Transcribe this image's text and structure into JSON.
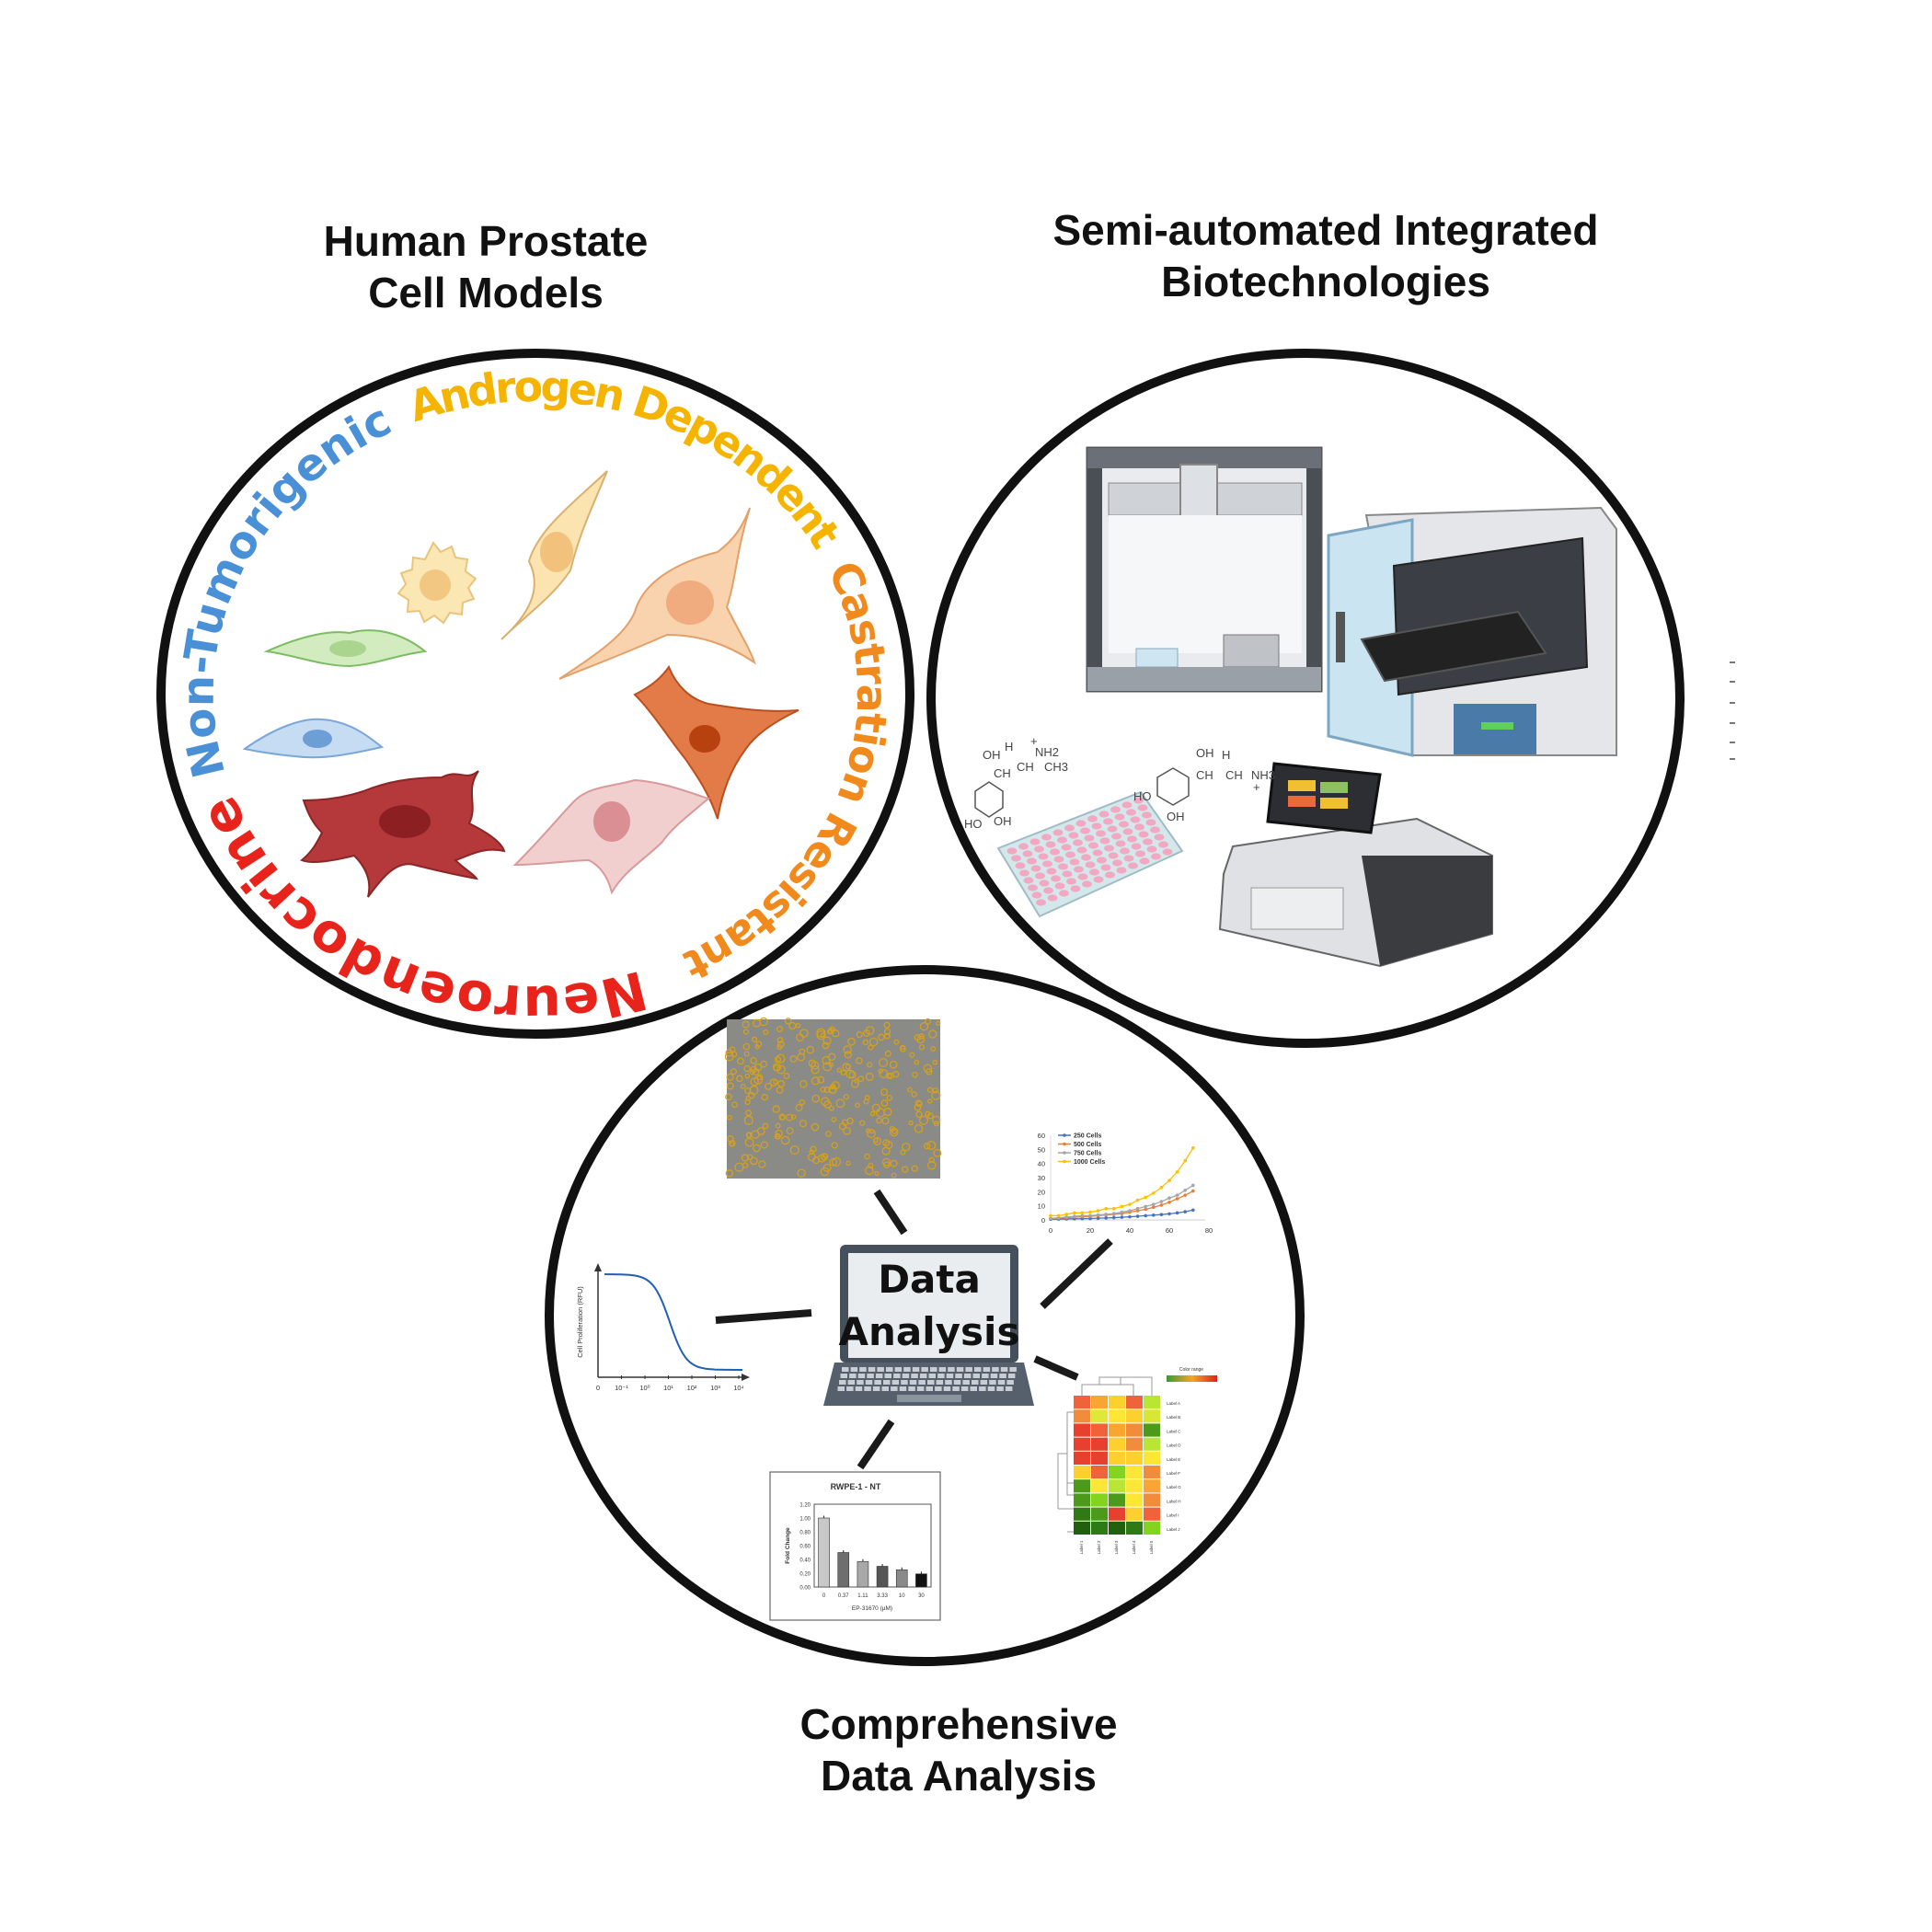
{
  "titles": {
    "cell_models": [
      "Human Prostate",
      "Cell Models"
    ],
    "biotech": [
      "Semi-automated Integrated",
      "Biotechnologies"
    ],
    "analysis": [
      "Comprehensive",
      "Data Analysis"
    ]
  },
  "cell_model_labels": [
    {
      "text": "Non-Tumorigenic",
      "color": "#4a90d6"
    },
    {
      "text": "Androgen Dependent",
      "color": "#f5b400"
    },
    {
      "text": "Castration Resistant",
      "color": "#f08a1c"
    },
    {
      "text": "Neuroendocrine",
      "color": "#e8231b"
    }
  ],
  "molecules": {
    "left": [
      "OH",
      "H",
      "CH",
      "CH",
      "NH2",
      "+",
      "CH3",
      "HO",
      "OH"
    ],
    "right": [
      "OH",
      "H",
      "CH",
      "CH",
      "NH3",
      "+",
      "HO",
      "OH"
    ]
  },
  "laptop": {
    "lines": [
      "Data",
      "Analysis"
    ]
  },
  "chart_data": [
    {
      "type": "line",
      "xlim": [
        0,
        80
      ],
      "ylim": [
        0,
        60
      ],
      "xticks": [
        "0",
        "20",
        "40",
        "60",
        "80"
      ],
      "yticks": [
        "0",
        "10",
        "20",
        "30",
        "40",
        "50",
        "60"
      ],
      "legend": "top-left",
      "x": [
        0,
        4,
        8,
        12,
        16,
        20,
        24,
        28,
        32,
        36,
        40,
        44,
        48,
        52,
        56,
        60,
        64,
        68,
        72
      ],
      "series": [
        {
          "name": "250 Cells",
          "color": "#4472c4",
          "values": [
            0.5,
            0.6,
            0.7,
            0.8,
            0.9,
            1,
            1.2,
            1.4,
            1.6,
            1.9,
            2.2,
            2.6,
            3,
            3.4,
            3.8,
            4.3,
            5,
            5.8,
            7
          ]
        },
        {
          "name": "500 Cells",
          "color": "#ed7d31",
          "values": [
            1,
            1.2,
            1.5,
            2,
            2.2,
            2.5,
            3,
            3.5,
            4,
            4.5,
            5.5,
            6.5,
            7.5,
            9,
            10.5,
            12.5,
            15,
            17.5,
            20.5
          ]
        },
        {
          "name": "750 Cells",
          "color": "#a5a5a5",
          "values": [
            1,
            1.5,
            2,
            2.5,
            3,
            3,
            3.5,
            4,
            4.5,
            5.5,
            6.5,
            8,
            9.5,
            11,
            13,
            15.5,
            17.5,
            21,
            24.5
          ]
        },
        {
          "name": "1000 Cells",
          "color": "#ffc000",
          "values": [
            3,
            3,
            4,
            5,
            5,
            5.5,
            6.5,
            8,
            8,
            9.5,
            11,
            14,
            16,
            19,
            23,
            28,
            34,
            42,
            51
          ]
        }
      ]
    },
    {
      "type": "line",
      "ylabel": "Cell Proliferation (RFU)",
      "xscale": "log",
      "xticks": [
        "0",
        "10⁻¹",
        "10⁰",
        "10¹",
        "10²",
        "10³",
        "10⁴"
      ],
      "color": "#1f5fb4"
    },
    {
      "type": "bar",
      "title": "RWPE-1 - NT",
      "xlabel": "EP-31670 (µM)",
      "ylabel": "Fold Change",
      "ylim": [
        0,
        1.2
      ],
      "yticks": [
        "0.00",
        "0.20",
        "0.40",
        "0.60",
        "0.80",
        "1.00",
        "1.20"
      ],
      "categories": [
        "0",
        "0.37",
        "1.11",
        "3.33",
        "10",
        "30"
      ],
      "values": [
        1.0,
        0.5,
        0.37,
        0.3,
        0.25,
        0.19
      ],
      "colors": [
        "#c8c8c8",
        "#6e6e6e",
        "#a8a8a8",
        "#555555",
        "#8a8a8a",
        "#111111"
      ]
    },
    {
      "type": "heatmap",
      "legend_title": "Color range",
      "rows": [
        "Label A",
        "Label B",
        "Label C",
        "Label D",
        "Label E",
        "Label F",
        "Label G",
        "Label H",
        "Label I",
        "Label J"
      ],
      "cols": [
        "Label 1",
        "Label 2",
        "Label 3",
        "Label 4",
        "Label 5"
      ],
      "scale_colors": [
        "#3a9a3a",
        "#f5a623",
        "#e02020"
      ],
      "cell_colors": [
        [
          "#f0623a",
          "#f9a531",
          "#fdd02e",
          "#f0623a",
          "#b8e633"
        ],
        [
          "#f08c3a",
          "#dfe836",
          "#fde634",
          "#fdd02e",
          "#d8e636"
        ],
        [
          "#e8402e",
          "#f0623a",
          "#f9a531",
          "#f08c3a",
          "#4c9a1a"
        ],
        [
          "#e8402e",
          "#e8402e",
          "#fdd02e",
          "#f08c3a",
          "#b8e633"
        ],
        [
          "#e8402e",
          "#e8402e",
          "#fdd02e",
          "#fdd02e",
          "#fde634"
        ],
        [
          "#fdd02e",
          "#f0623a",
          "#82d41e",
          "#fde634",
          "#f08c3a"
        ],
        [
          "#4c9a1a",
          "#fde634",
          "#b8e633",
          "#fde634",
          "#f9a531"
        ],
        [
          "#4c9a1a",
          "#82d41e",
          "#4c9a1a",
          "#fde634",
          "#f08c3a"
        ],
        [
          "#2e7a14",
          "#4c9a1a",
          "#e8402e",
          "#fdd02e",
          "#f0623a"
        ],
        [
          "#226010",
          "#2e7a14",
          "#226010",
          "#2e7a14",
          "#82d41e"
        ]
      ]
    }
  ]
}
